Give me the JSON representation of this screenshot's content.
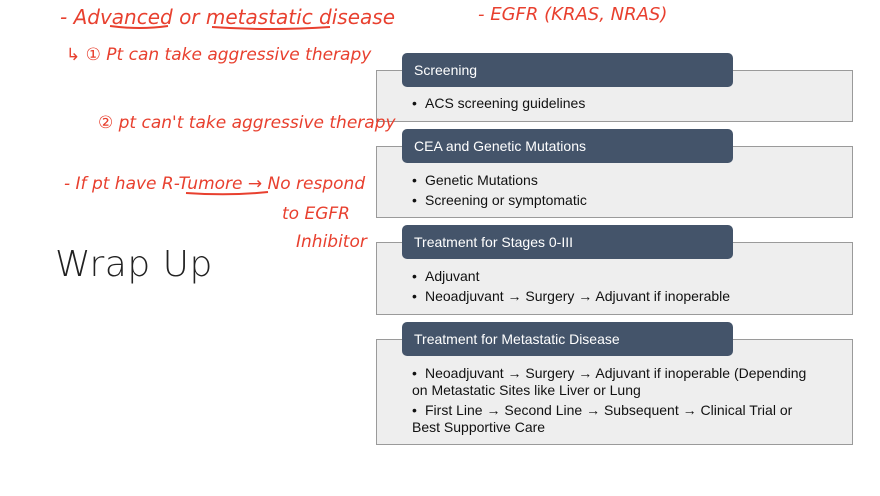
{
  "slide": {
    "title": "Wrap Up",
    "header_color": "#44546a",
    "box_color": "#eeeeee"
  },
  "sections": [
    {
      "header": "Screening",
      "bullets": [
        "ACS screening guidelines"
      ]
    },
    {
      "header": "CEA and Genetic Mutations",
      "bullets": [
        "Genetic Mutations",
        "Screening or symptomatic"
      ]
    },
    {
      "header": "Treatment for Stages 0-III",
      "bullets": [
        "Adjuvant",
        "Neoadjuvant → Surgery → Adjuvant if inoperable"
      ]
    },
    {
      "header": "Treatment for Metastatic Disease",
      "bullets": [
        "Neoadjuvant → Surgery → Adjuvant if inoperable (Depending",
        "on Metastatic Sites like Liver or Lung",
        "First Line → Second Line → Subsequent → Clinical Trial or",
        "Best Supportive Care"
      ]
    }
  ],
  "annotations": {
    "color": "#e8402f",
    "line1": "- Advanced or metastatic disease",
    "line1b": "- EGFR (KRAS, NRAS)",
    "line2": "↳ ① Pt can take aggressive therapy",
    "line3": "② pt can't take aggressive therapy",
    "line4": "- If pt have R-Tumore → No respond",
    "line5": "to EGFR",
    "line6": "Inhibitor"
  }
}
